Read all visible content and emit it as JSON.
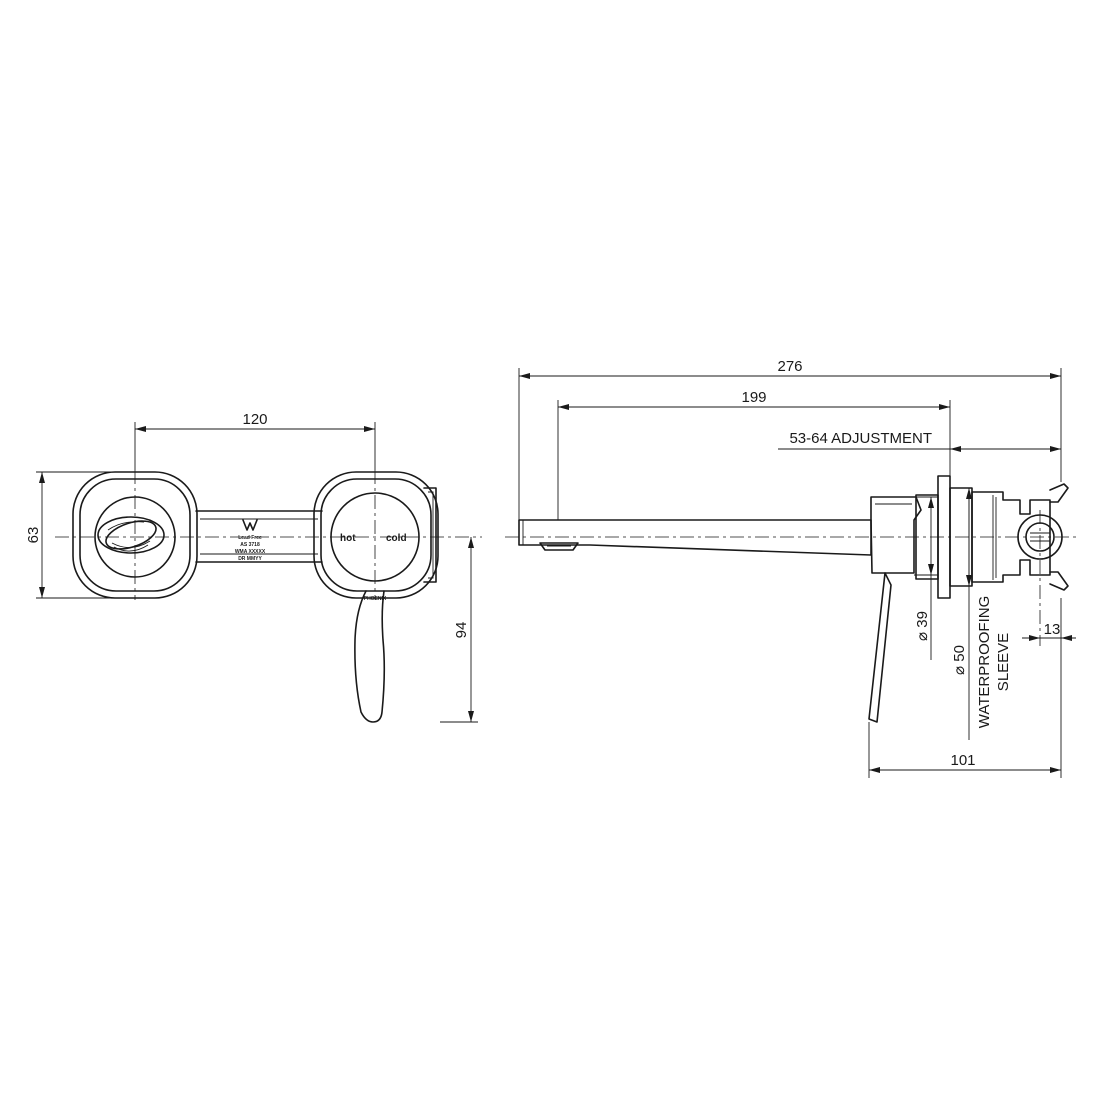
{
  "front_view": {
    "dims": {
      "width_centres": "120",
      "height": "63",
      "lever_drop": "94"
    },
    "plate_text": {
      "lead_free": "Lead Free",
      "standard": "AS 3718",
      "licence": "WMA XXXXX",
      "date": "DR MMYY"
    },
    "labels": {
      "hot": "hot",
      "cold": "cold",
      "brand": "PHOENIX"
    },
    "icons": [
      "watermark-logo-icon"
    ]
  },
  "side_view": {
    "dims": {
      "overall_length": "276",
      "spout_length": "199",
      "adjustment": "53-64 ADJUSTMENT",
      "body_diameter": "⌀ 39",
      "sleeve_diameter": "⌀ 50",
      "sleeve_line1": "WATERPROOFING",
      "sleeve_line2": "SLEEVE",
      "inlet_offset": "13",
      "projection": "101"
    }
  }
}
